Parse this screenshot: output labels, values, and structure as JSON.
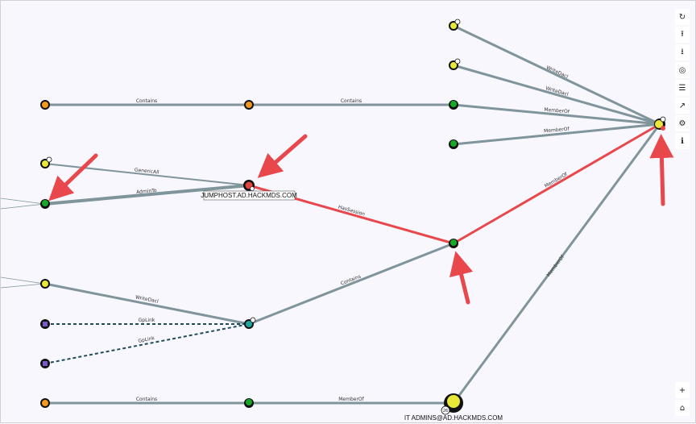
{
  "nodes": {
    "jumphost_label": "JUMPHOST.AD.HACKMDS.COM",
    "itadmins_label": "IT ADMINS@AD.HACKMDS.COM",
    "itadmins_badge": "26"
  },
  "edges": {
    "contains_1": "Contains",
    "contains_2": "Contains",
    "contains_3": "Contains",
    "contains_4": "Contains",
    "genericall": "GenericAll",
    "adminto": "AdminTo",
    "hassession": "HasSession",
    "writedacl_1": "WriteDacl",
    "writedacl_2": "WriteDacl",
    "writedacl_3": "WriteDacl",
    "memberof_1": "MemberOf",
    "memberof_2": "MemberOf",
    "memberof_3": "MemberOf",
    "memberof_4": "MemberOf",
    "memberof_5": "MemberOf",
    "gplink_1": "GpLink",
    "gplink_2": "GpLink"
  },
  "toolbar": {
    "refresh": "↻",
    "upload": "⭱",
    "download": "⭳",
    "target": "◎",
    "list": "☰",
    "chart": "↗",
    "settings": "⚙",
    "info": "ℹ",
    "zoom_in": "+",
    "home": "⌂"
  },
  "colors": {
    "edge": "#7f949b",
    "highlight_edge": "#e8474c",
    "gpo_edge": "#1e4d59",
    "arrow": "#e8474c",
    "user_node": "#17a826",
    "group_node": "#e8e83a",
    "ou_node": "#f29a20",
    "gpo_node": "#7a59c9",
    "computer_node": "#e2473f"
  }
}
